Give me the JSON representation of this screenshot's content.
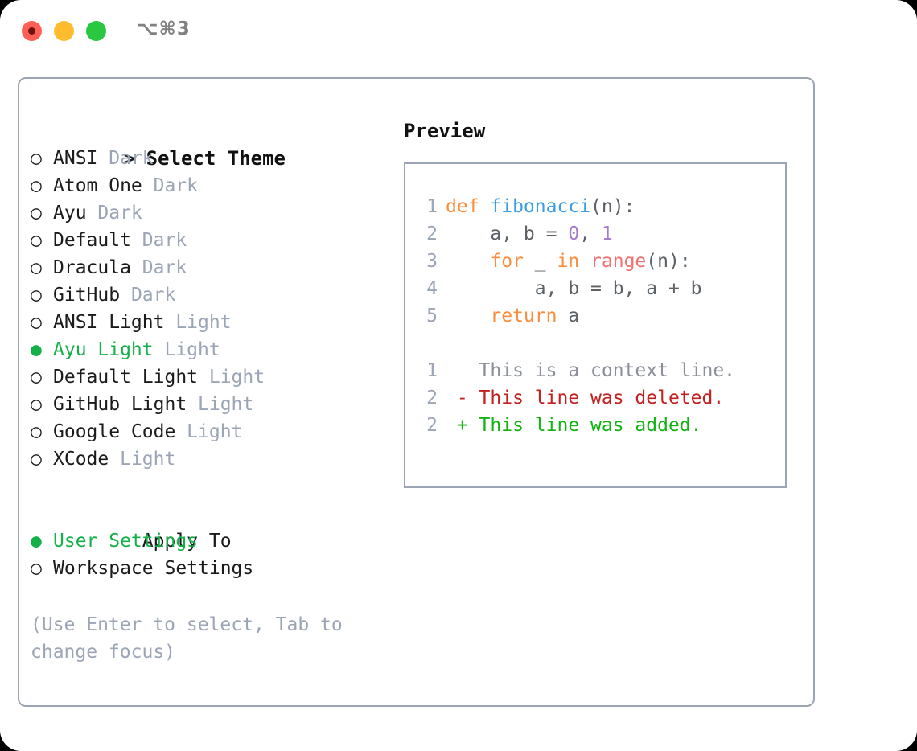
{
  "window": {
    "traffic_lights": [
      "close",
      "minimize",
      "maximize"
    ],
    "shortcut_label": "⌥⌘3"
  },
  "colors": {
    "accent_green": "#16b04a",
    "muted": "#9ba5b5",
    "border": "#9ba5b5",
    "keyword": "#fa8d3e",
    "function": "#399ee6",
    "number": "#a37acc",
    "call": "#f07171",
    "diff_added": "#12b312",
    "diff_deleted": "#c21f1f"
  },
  "theme_picker": {
    "prompt_marker": ">",
    "title": "Select Theme",
    "items": [
      {
        "marker": "○",
        "name": "ANSI",
        "tag": "Dark",
        "selected": false
      },
      {
        "marker": "○",
        "name": "Atom One",
        "tag": "Dark",
        "selected": false
      },
      {
        "marker": "○",
        "name": "Ayu",
        "tag": "Dark",
        "selected": false
      },
      {
        "marker": "○",
        "name": "Default",
        "tag": "Dark",
        "selected": false
      },
      {
        "marker": "○",
        "name": "Dracula",
        "tag": "Dark",
        "selected": false
      },
      {
        "marker": "○",
        "name": "GitHub",
        "tag": "Dark",
        "selected": false
      },
      {
        "marker": "○",
        "name": "ANSI Light",
        "tag": "Light",
        "selected": false
      },
      {
        "marker": "●",
        "name": "Ayu Light",
        "tag": "Light",
        "selected": true
      },
      {
        "marker": "○",
        "name": "Default Light",
        "tag": "Light",
        "selected": false
      },
      {
        "marker": "○",
        "name": "GitHub Light",
        "tag": "Light",
        "selected": false
      },
      {
        "marker": "○",
        "name": "Google Code",
        "tag": "Light",
        "selected": false
      },
      {
        "marker": "○",
        "name": "XCode",
        "tag": "Light",
        "selected": false
      }
    ]
  },
  "apply_to": {
    "title": "Apply To",
    "items": [
      {
        "marker": "●",
        "name": "User Settings",
        "selected": true
      },
      {
        "marker": "○",
        "name": "Workspace Settings",
        "selected": false
      }
    ]
  },
  "hint": "(Use Enter to select, Tab to change focus)",
  "preview": {
    "title": "Preview",
    "code_lines": [
      {
        "number": "1",
        "tokens": [
          {
            "text": "def ",
            "kind": "kw"
          },
          {
            "text": "fibonacci",
            "kind": "fn"
          },
          {
            "text": "(n):",
            "kind": "plain"
          }
        ]
      },
      {
        "number": "2",
        "tokens": [
          {
            "text": "    a, b = ",
            "kind": "plain"
          },
          {
            "text": "0",
            "kind": "num"
          },
          {
            "text": ", ",
            "kind": "plain"
          },
          {
            "text": "1",
            "kind": "num"
          }
        ]
      },
      {
        "number": "3",
        "tokens": [
          {
            "text": "    ",
            "kind": "plain"
          },
          {
            "text": "for",
            "kind": "kw"
          },
          {
            "text": " _ ",
            "kind": "plain"
          },
          {
            "text": "in",
            "kind": "kw"
          },
          {
            "text": " ",
            "kind": "plain"
          },
          {
            "text": "range",
            "kind": "call"
          },
          {
            "text": "(n):",
            "kind": "plain"
          }
        ]
      },
      {
        "number": "4",
        "tokens": [
          {
            "text": "        a, b = b, a + b",
            "kind": "plain"
          }
        ]
      },
      {
        "number": "5",
        "tokens": [
          {
            "text": "    ",
            "kind": "plain"
          },
          {
            "text": "return",
            "kind": "kw"
          },
          {
            "text": " a",
            "kind": "plain"
          }
        ]
      }
    ],
    "diff_lines": [
      {
        "number": "1",
        "sign": " ",
        "text": "This is a context line.",
        "kind": "ctx"
      },
      {
        "number": "2",
        "sign": "-",
        "text": "This line was deleted.",
        "kind": "del"
      },
      {
        "number": "2",
        "sign": "+",
        "text": "This line was added.",
        "kind": "add"
      }
    ]
  }
}
